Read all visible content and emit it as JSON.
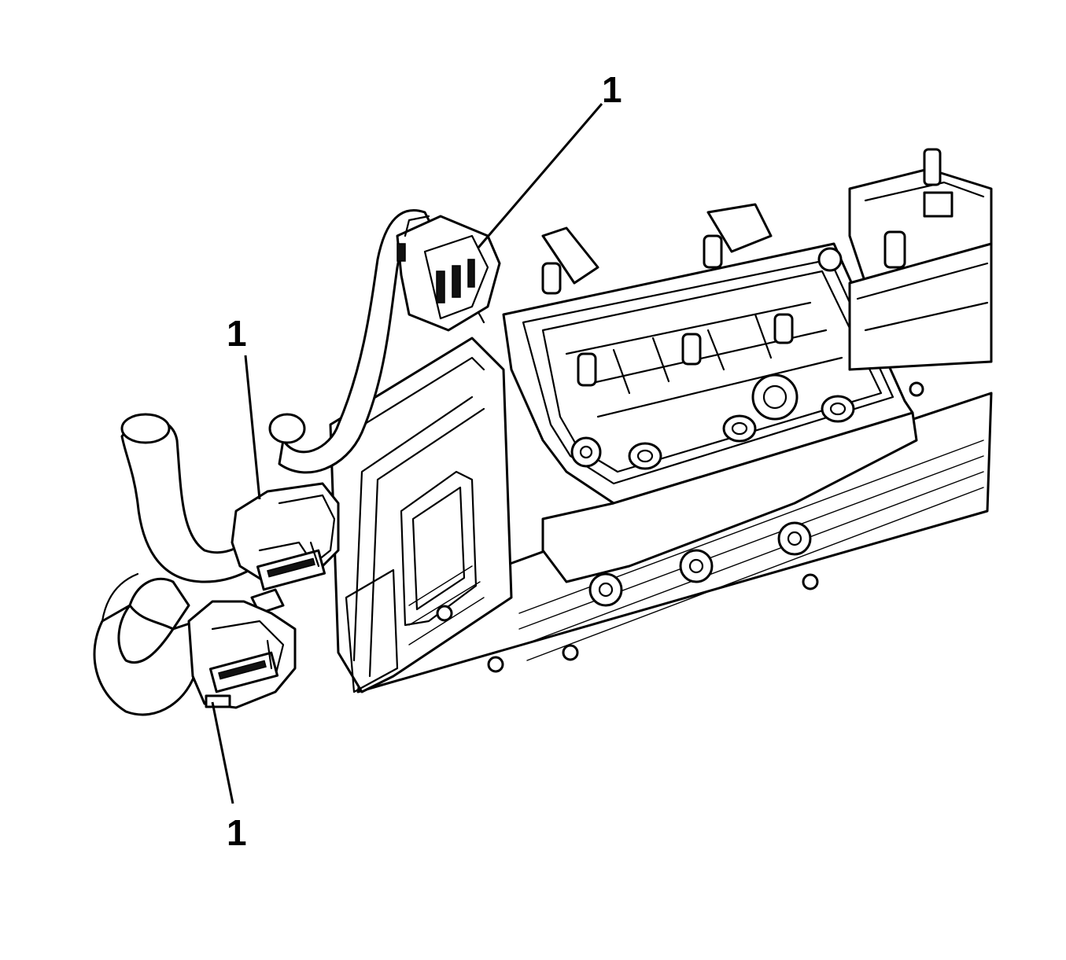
{
  "callouts": [
    {
      "id": "top",
      "label": "1"
    },
    {
      "id": "left-middle",
      "label": "1"
    },
    {
      "id": "left-bottom",
      "label": "1"
    }
  ],
  "colors": {
    "line": "#000000",
    "fill": "#ffffff"
  }
}
